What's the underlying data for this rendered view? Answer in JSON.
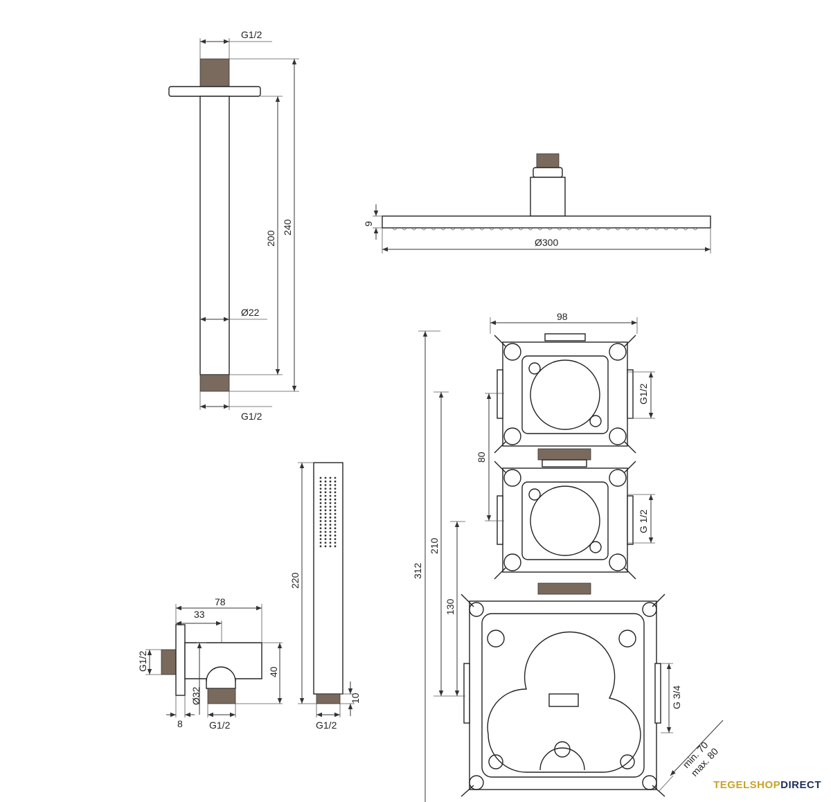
{
  "labels": {
    "arm_top_thread": "G1/2",
    "arm_bottom_thread": "G1/2",
    "arm_len_200": "200",
    "arm_len_240": "240",
    "arm_dia": "Ø22",
    "head_thick": "9",
    "head_dia": "Ø300",
    "valve_width": "98",
    "valve_thread_1": "G1/2",
    "valve_thread_2": "G 1/2",
    "valve_spacing": "80",
    "valve_h_312": "312",
    "valve_h_210": "210",
    "valve_h_130": "130",
    "box_thread": "G 3/4",
    "box_min": "min. 70",
    "box_max": "max. 80",
    "elbow_78": "78",
    "elbow_33": "33",
    "elbow_thread_side": "G1/2",
    "elbow_40": "40",
    "elbow_dia": "Ø32",
    "elbow_8": "8",
    "elbow_thread_bottom": "G1/2",
    "hand_220": "220",
    "hand_10": "10",
    "hand_thread": "G1/2"
  },
  "logo": {
    "part1": "TEGELSHOP",
    "part2": "DIRECT"
  }
}
